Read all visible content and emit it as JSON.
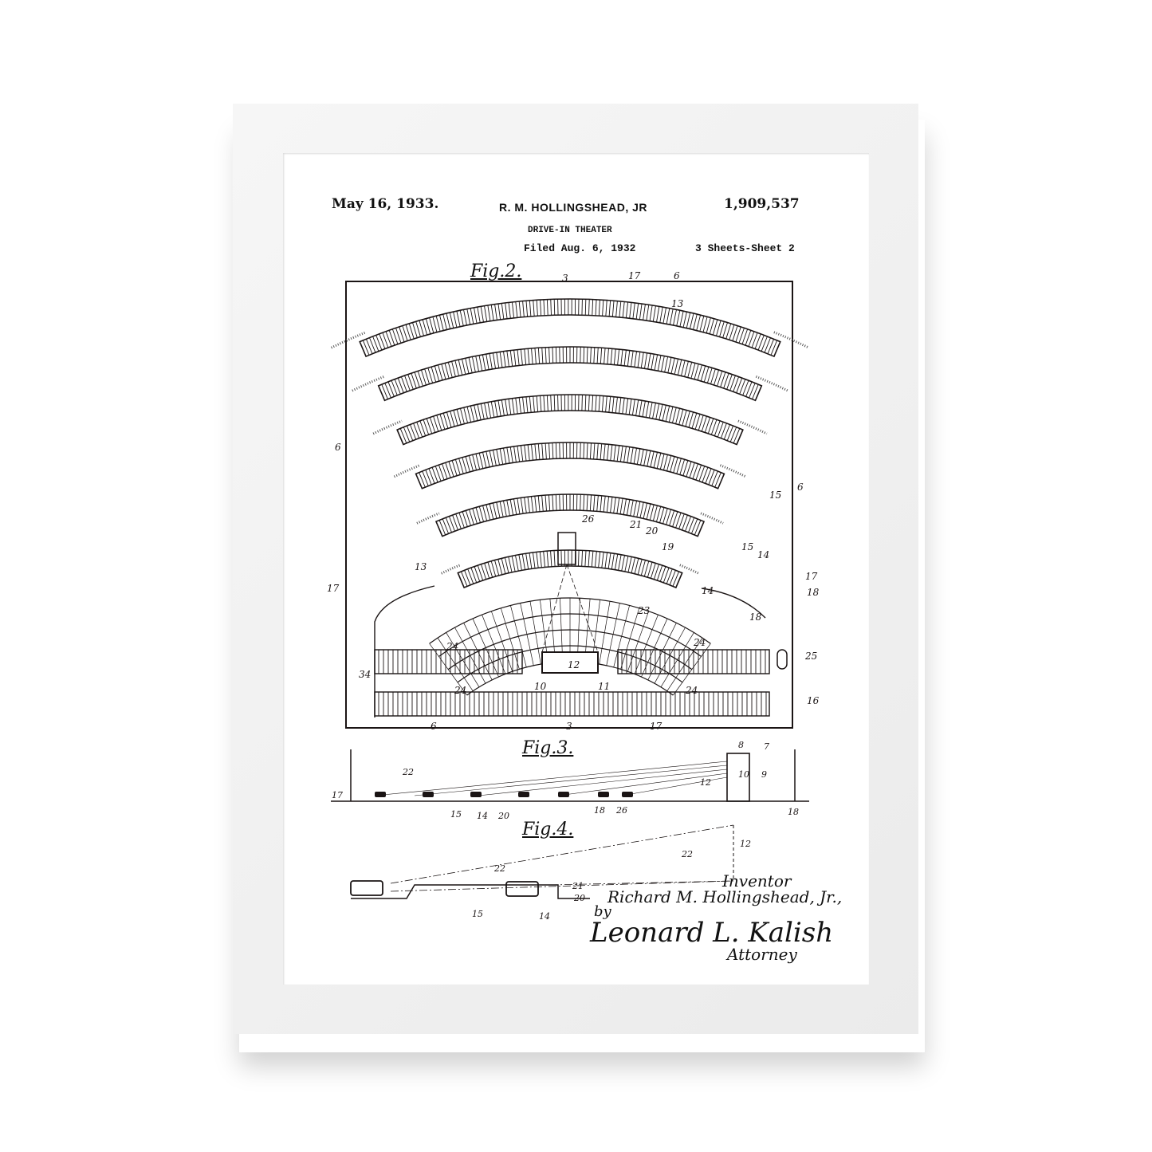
{
  "header": {
    "date": "May 16, 1933.",
    "inventor_short": "R. M. HOLLINGSHEAD, JR",
    "patent_number": "1,909,537",
    "title": "DRIVE-IN THEATER",
    "filed": "Filed Aug. 6, 1932",
    "sheets": "3 Sheets-Sheet  2"
  },
  "figures": {
    "fig2": "Fig.2.",
    "fig3": "Fig.3.",
    "fig4": "Fig.4."
  },
  "fig2_labels": [
    "3",
    "17",
    "6",
    "13",
    "6",
    "6",
    "15",
    "14",
    "15",
    "14",
    "21",
    "20",
    "26",
    "19",
    "13",
    "17",
    "17",
    "18",
    "18",
    "23",
    "24",
    "24",
    "12",
    "10",
    "11",
    "25",
    "34",
    "24",
    "24",
    "16",
    "6",
    "3",
    "17"
  ],
  "fig3_labels": [
    "22",
    "17",
    "15",
    "14",
    "20",
    "18",
    "26",
    "12",
    "10",
    "8",
    "7",
    "9",
    "18"
  ],
  "fig4_labels": [
    "22",
    "22",
    "12",
    "21",
    "20",
    "15",
    "14"
  ],
  "signature": {
    "inventor_label": "Inventor",
    "inventor_name": "Richard M. Hollingshead, Jr.,",
    "by": "by",
    "attorney_signature": "Leonard L. Kalish",
    "attorney_label": "Attorney"
  }
}
